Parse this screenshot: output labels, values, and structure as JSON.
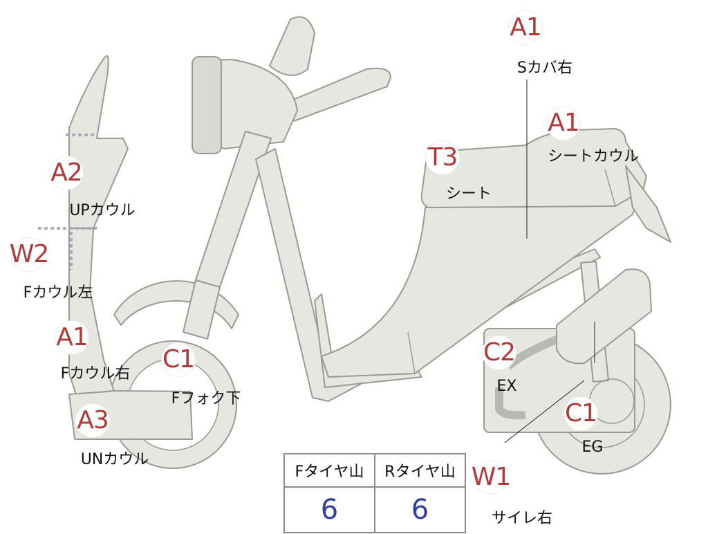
{
  "callouts": [
    {
      "id": "s-cover-right",
      "grade": "A1",
      "label": "Sカバ右"
    },
    {
      "id": "seat-cowl",
      "grade": "A1",
      "label": "シートカウル"
    },
    {
      "id": "seat",
      "grade": "T3",
      "label": "シート"
    },
    {
      "id": "up-cowl",
      "grade": "A2",
      "label": "UPカウル"
    },
    {
      "id": "f-cowl-left",
      "grade": "W2",
      "label": "Fカウル左"
    },
    {
      "id": "f-cowl-right",
      "grade": "A1",
      "label": "Fカウル右"
    },
    {
      "id": "f-fork-lower",
      "grade": "C1",
      "label": "Fフォク下"
    },
    {
      "id": "un-cowl",
      "grade": "A3",
      "label": "UNカウル"
    },
    {
      "id": "exhaust",
      "grade": "C2",
      "label": "EX"
    },
    {
      "id": "engine",
      "grade": "C1",
      "label": "EG"
    },
    {
      "id": "silencer-right",
      "grade": "W1",
      "label": "サイレ右"
    }
  ],
  "tire_table": {
    "headers": [
      "Fタイヤ山",
      "Rタイヤ山"
    ],
    "values": [
      "6",
      "6"
    ]
  },
  "colors": {
    "body_fill": "#e7e7e2",
    "outline": "#9a9a94",
    "grade_text": "#b03a3a",
    "table_value": "#2f3f9a"
  }
}
